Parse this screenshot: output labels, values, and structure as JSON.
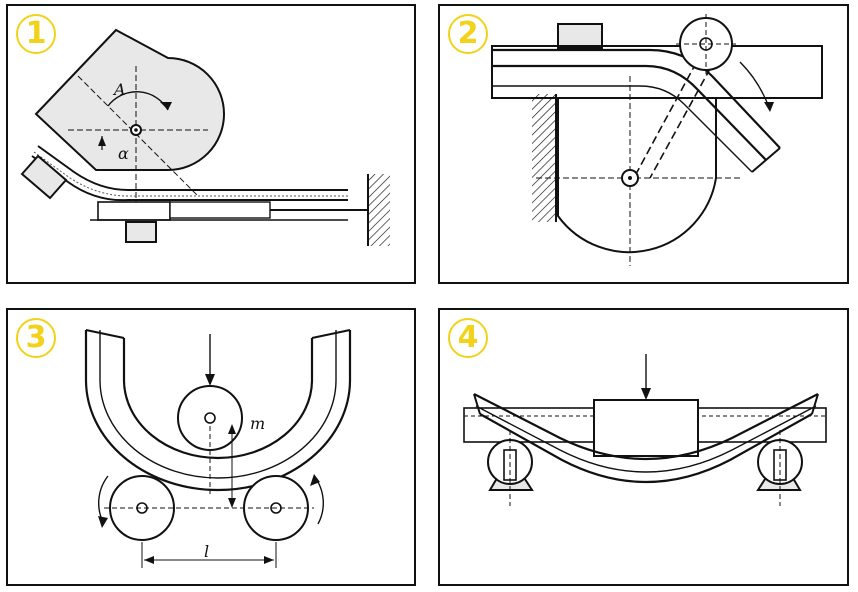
{
  "accent_color": "#f2d21a",
  "line_color": "#111111",
  "panels": [
    {
      "number": "1",
      "labels": {
        "a": "A",
        "alpha": "α"
      }
    },
    {
      "number": "2"
    },
    {
      "number": "3",
      "labels": {
        "m": "m",
        "l": "l"
      }
    },
    {
      "number": "4"
    }
  ]
}
